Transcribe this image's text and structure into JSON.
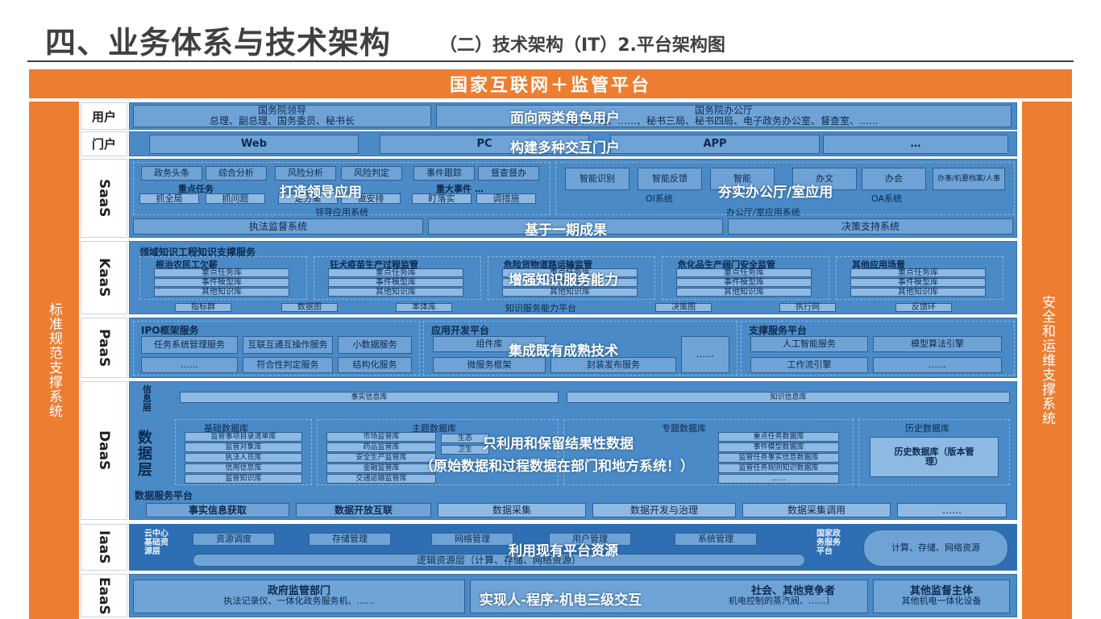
{
  "header": {
    "main_title": "四、业务体系与技术架构",
    "sub_title": "（二）技术架构（IT）2.平台架构图"
  },
  "top_bar": "国家互联网＋监管平台",
  "left_bar": "标准规范支撑系统",
  "right_bar": "安全和运维支撑系统",
  "colors": {
    "accent": "#ed7d31",
    "layer": "#4a8ac6",
    "box": "#6fa3d6"
  },
  "layers": {
    "user": {
      "label": "用户",
      "left_title": "国务院领导",
      "left_sub": "总理、副总理、国务委员、秘书长",
      "right_title": "国务院办公厅",
      "right_sub": "秘书一局、……、秘书三局、秘书四局、电子政务办公室、督查室、……",
      "overlay": "面向两类角色用户"
    },
    "portal": {
      "label": "门户",
      "items": [
        "Web",
        "PC",
        "APP",
        "…"
      ],
      "overlay": "构建多种交互门户"
    },
    "saas": {
      "label": "SaaS",
      "leader_boxes": [
        "政务头条",
        "综合分析",
        "风险分析",
        "风险判定",
        "事件跟踪",
        "督查督办"
      ],
      "leader_row1": [
        "重点任务",
        "重大事件 …"
      ],
      "leader_row2": [
        "抓全局",
        "抓问题",
        "定方案",
        "做安排",
        "盯落实",
        "调措施"
      ],
      "leader_system": "领导应用系统",
      "office_boxes": [
        "智能识别",
        "智能反馈",
        "智能",
        "办文",
        "办会",
        "办事/机要档案/人事"
      ],
      "oi_system": "OI系统",
      "oa_system": "OA系统",
      "office_system": "办公厅/室应用系统",
      "bottom": [
        "执法监督系统",
        "决策支持系统"
      ],
      "overlay_left": "打造领导应用",
      "overlay_right": "夯实办公厅/室应用",
      "overlay_bottom": "基于一期成果"
    },
    "kaas": {
      "label": "KaaS",
      "title": "领域知识工程知识支撑服务",
      "groups": [
        {
          "name": "根治农民工欠薪",
          "items": [
            "重点任务库",
            "事件模型库",
            "其他知识库"
          ]
        },
        {
          "name": "狂犬疫苗生产过程监管",
          "items": [
            "重点任务库",
            "事件模型库",
            "其他知识库"
          ]
        },
        {
          "name": "危险货物道路运输监管",
          "items": [
            "重点任务库",
            "事件模型库",
            "其他知识库"
          ]
        },
        {
          "name": "危化品生产阀门安全监管",
          "items": [
            "重点任务库",
            "事件模型库",
            "其他知识库"
          ]
        },
        {
          "name": "其他应用场景",
          "items": [
            "重点任务库",
            "事件模型库",
            "其他知识库"
          ]
        }
      ],
      "bottom_items": [
        "指标群",
        "数据图",
        "本体库",
        "决策图",
        "执行网",
        "反馈环"
      ],
      "platform": "知识服务能力平台",
      "overlay": "增强知识服务能力"
    },
    "paas": {
      "label": "PaaS",
      "ipo_title": "IPO框架服务",
      "ipo_items": [
        "任务系统管理服务",
        "互联互通互操作服务",
        "小数据服务",
        "……",
        "符合性判定服务",
        "结构化服务"
      ],
      "dev_title": "应用开发平台",
      "dev_items": [
        "组件库",
        "……",
        "微服务框架",
        "封装发布服务"
      ],
      "sup_title": "支撑服务平台",
      "sup_items": [
        "人工智能服务",
        "模型算法引擎",
        "工作流引擎",
        "……"
      ],
      "overlay": "集成既有成熟技术"
    },
    "daas": {
      "label": "DaaS",
      "side_label": "数据层",
      "info_label": "信息层",
      "info_items": [
        "事实信息库",
        "知识信息库"
      ],
      "basic_title": "基础数据库",
      "basic_items": [
        "监管事项目录清单库",
        "监管对象库",
        "执法人员库",
        "信用信息库",
        "监管知识库"
      ],
      "topic_title": "主题数据库",
      "topic_items": [
        "市场监管库",
        "药品监管库",
        "安全生产监管库",
        "金融监管库",
        "交通运输监管库"
      ],
      "topic_items2": [
        "生态",
        "卫生"
      ],
      "special_title": "专题数据库",
      "special_items": [
        "重点任务数据库",
        "事件模型数据库",
        "监管任务事实信息数据库",
        "监管任务规则知识数据库",
        "……"
      ],
      "history_title": "历史数据库",
      "history_box": "历史数据库（版本管理）",
      "service_title": "数据服务平台",
      "service_items": [
        "事实信息获取",
        "数据开放互联",
        "数据采集",
        "数据开发与治理",
        "数据采集调用",
        "……"
      ],
      "overlay1": "只利用和保留结果性数据",
      "overlay2": "（原始数据和过程数据在部门和地方系统！）"
    },
    "iaas": {
      "label": "IaaS",
      "left_label": "云中心基础资源层",
      "items": [
        "资源调度",
        "存储管理",
        "网络管理",
        "用户管理",
        "系统管理"
      ],
      "logic": "逻辑资源层（计算、存储、网络资源）",
      "right_label": "国家政务服务平台",
      "right_box": "计算、存储、网络资源",
      "overlay": "利用现有平台资源"
    },
    "eaas": {
      "label": "EaaS",
      "gov_title": "政府监管部门",
      "gov_sub": "执法记录仪、一体化政务服务机、……",
      "mid_title": "社会、其他竞争者",
      "mid_sub": "机电控制的蒸汽阀、……）",
      "other_title": "其他监督主体",
      "other_sub": "其他机电一体化设备",
      "overlay": "实现人-程序-机电三级交互"
    }
  }
}
